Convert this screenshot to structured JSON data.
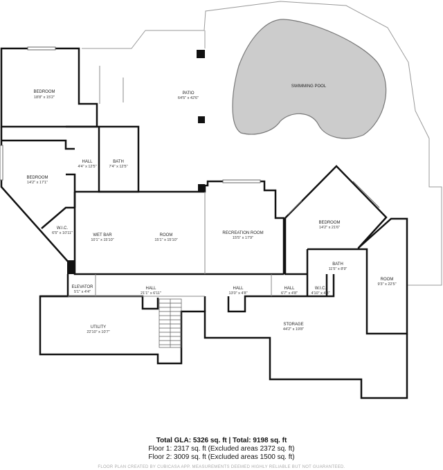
{
  "rooms": {
    "bedroom_nw": {
      "name": "BEDROOM",
      "dims": "18'8\" x 15'2\""
    },
    "patio": {
      "name": "PATIO",
      "dims": "64'5\" x 42'6\""
    },
    "pool": {
      "name": "SWIMMING POOL"
    },
    "hall_1": {
      "name": "HALL",
      "dims": "4'4\" x 12'5\""
    },
    "bath_1": {
      "name": "BATH",
      "dims": "7'4\" x 12'5\""
    },
    "bedroom_w": {
      "name": "BEDROOM",
      "dims": "14'2\" x 17'1\""
    },
    "wic_1": {
      "name": "W.I.C.",
      "dims": "6'5\" x 10'11\""
    },
    "wet_bar": {
      "name": "WET BAR",
      "dims": "10'1\" x 15'10\""
    },
    "room_1": {
      "name": "ROOM",
      "dims": "15'1\" x 15'10\""
    },
    "recreation": {
      "name": "RECREATION ROOM",
      "dims": "15'5\" x 17'9\""
    },
    "bedroom_e": {
      "name": "BEDROOM",
      "dims": "14'2\" x 21'6\""
    },
    "bath_2": {
      "name": "BATH",
      "dims": "11'5\" x 8'9\""
    },
    "room_2": {
      "name": "ROOM",
      "dims": "9'3\" x 22'5\""
    },
    "elevator": {
      "name": "ELEVATOR",
      "dims": "5'1\" x 4'4\""
    },
    "hall_2": {
      "name": "HALL",
      "dims": "21'1\" x 6'11\""
    },
    "hall_3": {
      "name": "HALL",
      "dims": "13'0\" x 4'8\""
    },
    "hall_4": {
      "name": "HALL",
      "dims": "6'7\" x 4'8\""
    },
    "wic_2": {
      "name": "W.I.C.",
      "dims": "4'10\" x 4'8\""
    },
    "utility": {
      "name": "UTILITY",
      "dims": "22'10\" x 10'7\""
    },
    "storage": {
      "name": "STORAGE",
      "dims": "44'2\" x 19'8\""
    }
  },
  "summary": {
    "total": "Total GLA: 5326 sq. ft | Total: 9198 sq. ft",
    "floor1": "Floor 1: 2317 sq. ft (Excluded areas 2372 sq. ft)",
    "floor2": "Floor 2: 3009 sq. ft (Excluded areas 1500 sq. ft)"
  },
  "disclaimer": "FLOOR PLAN CREATED BY CUBICASA APP. MEASUREMENTS DEEMED HIGHLY RELIABLE BUT NOT GUARANTEED.",
  "colors": {
    "wall": "#111111",
    "outline": "#999999",
    "pool": "#cccccc"
  }
}
